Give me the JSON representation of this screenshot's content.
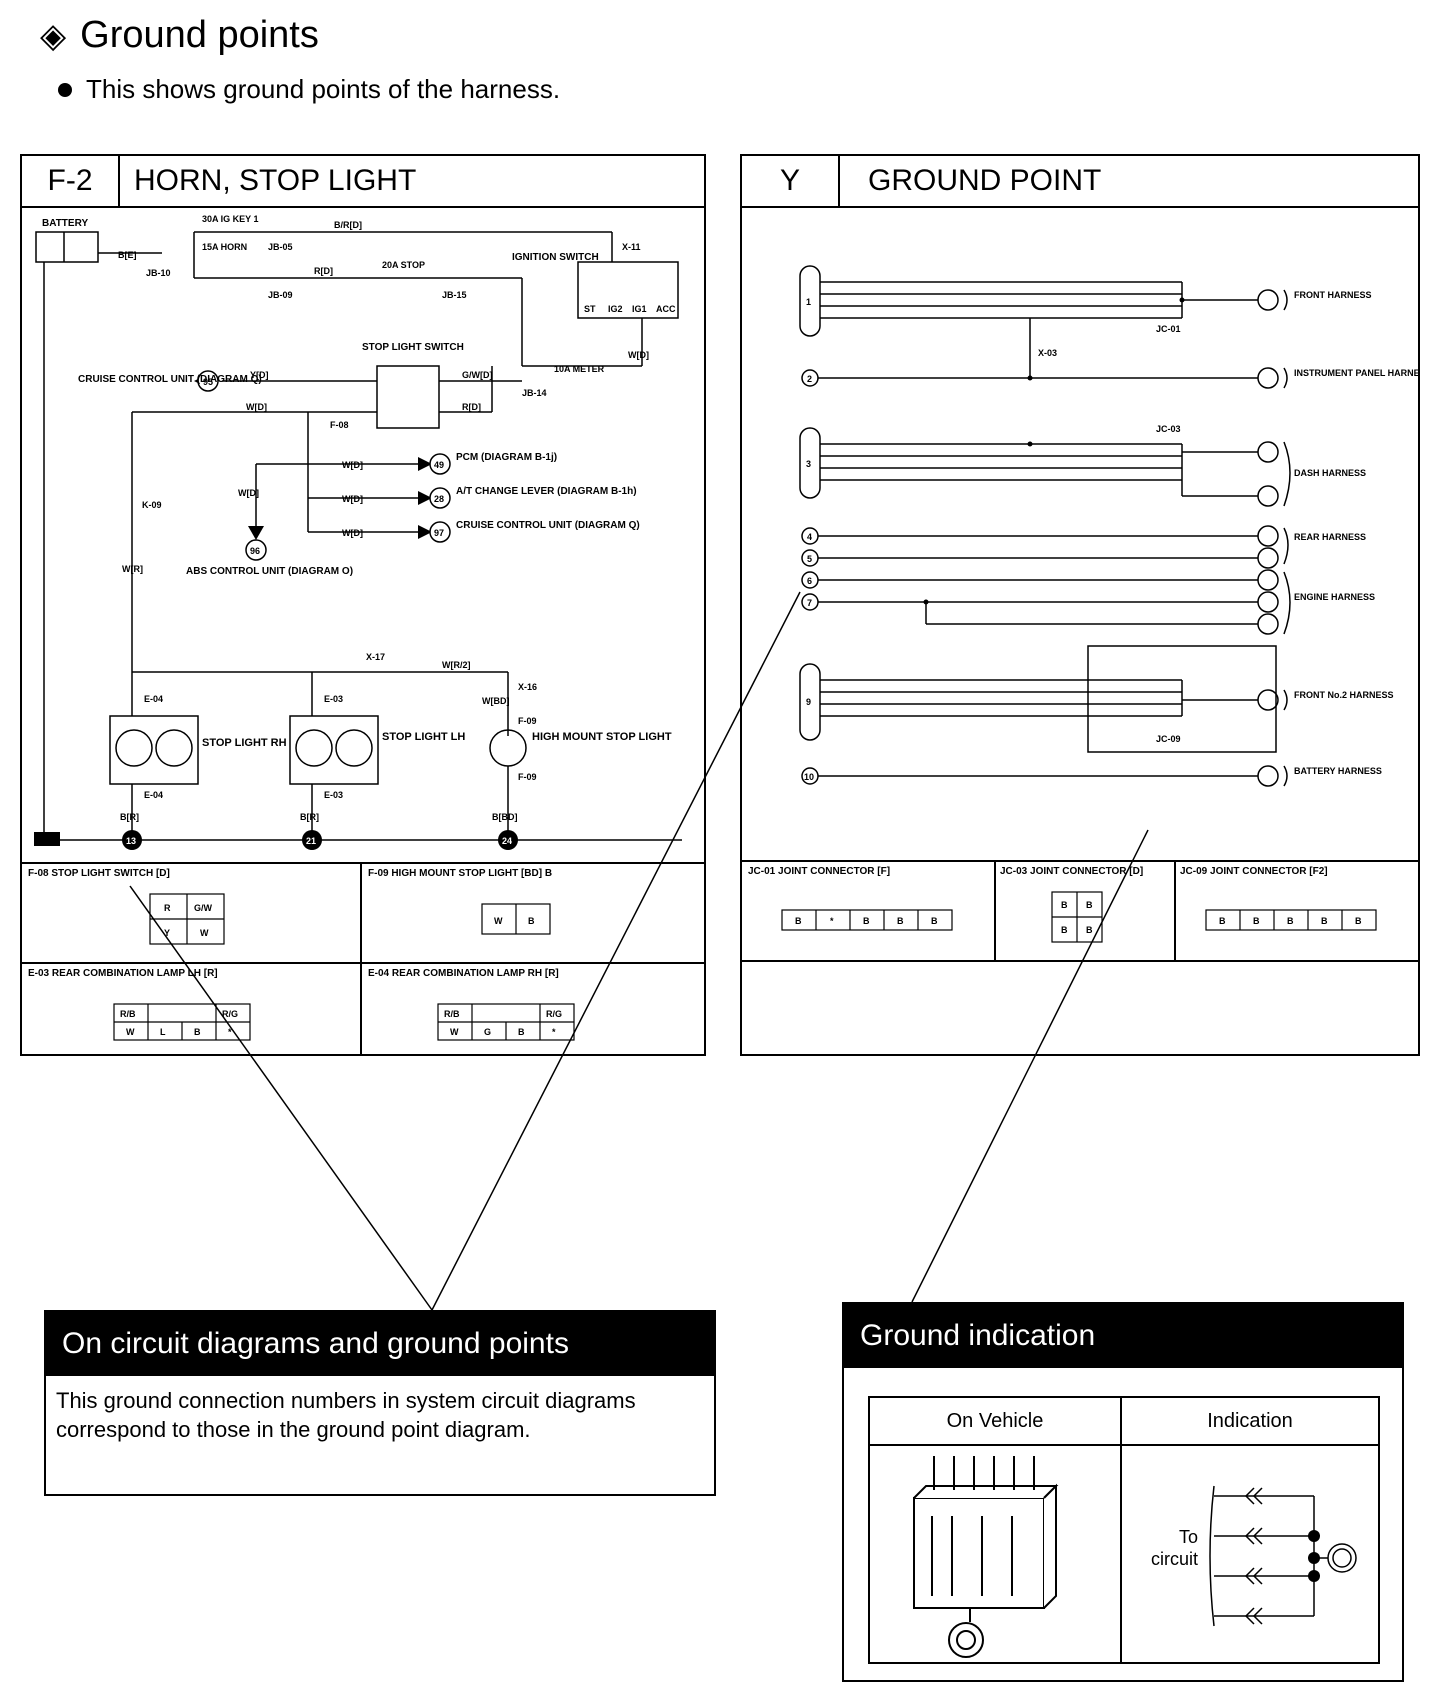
{
  "header": {
    "title": "Ground points",
    "subtitle": "This shows ground points of the harness."
  },
  "left_panel": {
    "code": "F-2",
    "title": "HORN, STOP LIGHT",
    "labels": {
      "battery": "BATTERY",
      "b_e": "B[E]",
      "jb10": "JB-10",
      "fuse_key": "30A IG KEY 1",
      "fuse_horn": "15A HORN",
      "jb05": "JB-05",
      "jb09": "JB-09",
      "br_d": "B/R[D]",
      "r_d1": "R[D]",
      "fuse_stop": "20A STOP",
      "jb15": "JB-15",
      "ign_switch": "IGNITION SWITCH",
      "x11": "X-11",
      "ign_st": "ST",
      "ign_ig2": "IG2",
      "ign_ig1": "IG1",
      "ign_acc": "ACC",
      "w_d": "W[D]",
      "stop_light_switch": "STOP LIGHT SWITCH",
      "cruise_control": "CRUISE CONTROL UNIT (DIAGRAM Q)",
      "cruise_95": "95",
      "y_d": "Y[D]",
      "gw_d": "G/W[D]",
      "fuse_meter": "10A METER",
      "jb14": "JB-14",
      "r_d2": "R[D]",
      "f08": "F-08",
      "pcm": "PCM (DIAGRAM B-1j)",
      "pcm_49": "49",
      "at_change": "A/T CHANGE LEVER (DIAGRAM B-1h)",
      "at_28": "28",
      "cruise2": "CRUISE CONTROL UNIT (DIAGRAM Q)",
      "cruise_97": "97",
      "abs": "ABS CONTROL UNIT (DIAGRAM O)",
      "abs_96": "96",
      "k09": "K-09",
      "w_r": "W[R]",
      "x17": "X-17",
      "w_r2": "W[R/2]",
      "x16": "X-16",
      "w_bd": "W[BD]",
      "e04": "E-04",
      "e03": "E-03",
      "f09": "F-09",
      "stop_rh": "STOP LIGHT RH",
      "stop_lh": "STOP LIGHT LH",
      "high_mount": "HIGH MOUNT STOP LIGHT",
      "b_r": "B[R]",
      "b_bd": "B[BD]",
      "g13": "13",
      "g21": "21",
      "g24": "24"
    },
    "connectors": [
      {
        "label": "F-08 STOP LIGHT SWITCH [D]",
        "pins": [
          "R",
          "G/W",
          "Y",
          "W"
        ]
      },
      {
        "label": "F-09 HIGH MOUNT STOP LIGHT [BD] B",
        "pins": [
          "W",
          "B"
        ]
      },
      {
        "label": "E-03 REAR COMBINATION LAMP LH [R]",
        "pins": [
          "R/B",
          "R/G",
          "W",
          "L",
          "B",
          "*"
        ]
      },
      {
        "label": "E-04 REAR COMBINATION LAMP RH [R]",
        "pins": [
          "R/B",
          "R/G",
          "W",
          "G",
          "B",
          "*"
        ]
      }
    ]
  },
  "right_panel": {
    "code": "Y",
    "title": "GROUND POINT",
    "grounds": [
      "1",
      "2",
      "3",
      "4",
      "5",
      "6",
      "7",
      "9",
      "10"
    ],
    "harness_labels": {
      "front": "FRONT HARNESS",
      "instrument": "INSTRUMENT PANEL HARNESS",
      "dash": "DASH HARNESS",
      "rear": "REAR HARNESS",
      "engine": "ENGINE HARNESS",
      "front2": "FRONT No.2 HARNESS",
      "battery": "BATTERY HARNESS"
    },
    "junction_labels": {
      "jc01": "JC-01",
      "jc03": "JC-03",
      "jc09": "JC-09",
      "x03": "X-03"
    },
    "connectors": [
      {
        "label": "JC-01 JOINT CONNECTOR [F]",
        "pins": [
          "B",
          "*",
          "B",
          "B",
          "B"
        ]
      },
      {
        "label": "JC-03 JOINT CONNECTOR [D]",
        "pins": [
          "B",
          "B",
          "B",
          "B"
        ]
      },
      {
        "label": "JC-09 JOINT CONNECTOR [F2]",
        "pins": [
          "B",
          "B",
          "B",
          "B",
          "B"
        ]
      }
    ]
  },
  "callout_circuit": {
    "title": "On circuit diagrams and ground points",
    "body": "This ground connection numbers in system circuit diagrams correspond to those in the ground point diagram."
  },
  "callout_ground": {
    "title": "Ground indication",
    "col_vehicle": "On Vehicle",
    "col_indication": "Indication",
    "to_circuit": "To circuit"
  }
}
